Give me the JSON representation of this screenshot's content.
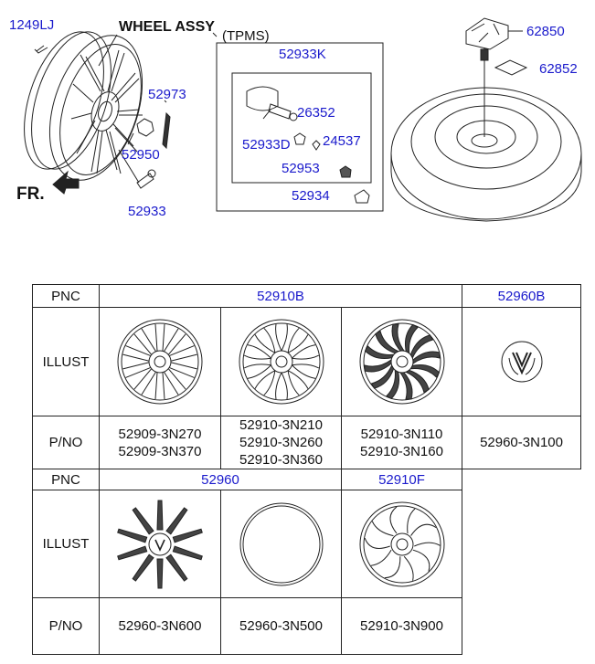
{
  "diagram": {
    "callouts": {
      "c1249LJ": "1249LJ",
      "wheel_assy": "WHEEL ASSY",
      "tpms": "(TPMS)",
      "c52933K": "52933K",
      "c52973": "52973",
      "c52950": "52950",
      "c52933": "52933",
      "c26352": "26352",
      "c52933D": "52933D",
      "c24537": "24537",
      "c52953": "52953",
      "c52934": "52934",
      "c62850": "62850",
      "c62852": "62852",
      "fr": "FR."
    }
  },
  "table1": {
    "pnc_label": "PNC",
    "illust_label": "ILLUST",
    "pno_label": "P/NO",
    "groups": [
      {
        "pnc": "52910B",
        "parts": [
          [
            "52909-3N270",
            "52909-3N370"
          ],
          [
            "52910-3N210",
            "52910-3N260",
            "52910-3N360"
          ],
          [
            "52910-3N110",
            "52910-3N160"
          ]
        ]
      },
      {
        "pnc": "52960B",
        "parts": [
          [
            "52960-3N100"
          ]
        ]
      }
    ]
  },
  "table2": {
    "pnc_label": "PNC",
    "illust_label": "ILLUST",
    "pno_label": "P/NO",
    "groups": [
      {
        "pnc": "52960",
        "parts": [
          [
            "52960-3N600"
          ],
          [
            "52960-3N500"
          ]
        ]
      },
      {
        "pnc": "52910F",
        "parts": [
          [
            "52910-3N900"
          ]
        ]
      }
    ]
  }
}
